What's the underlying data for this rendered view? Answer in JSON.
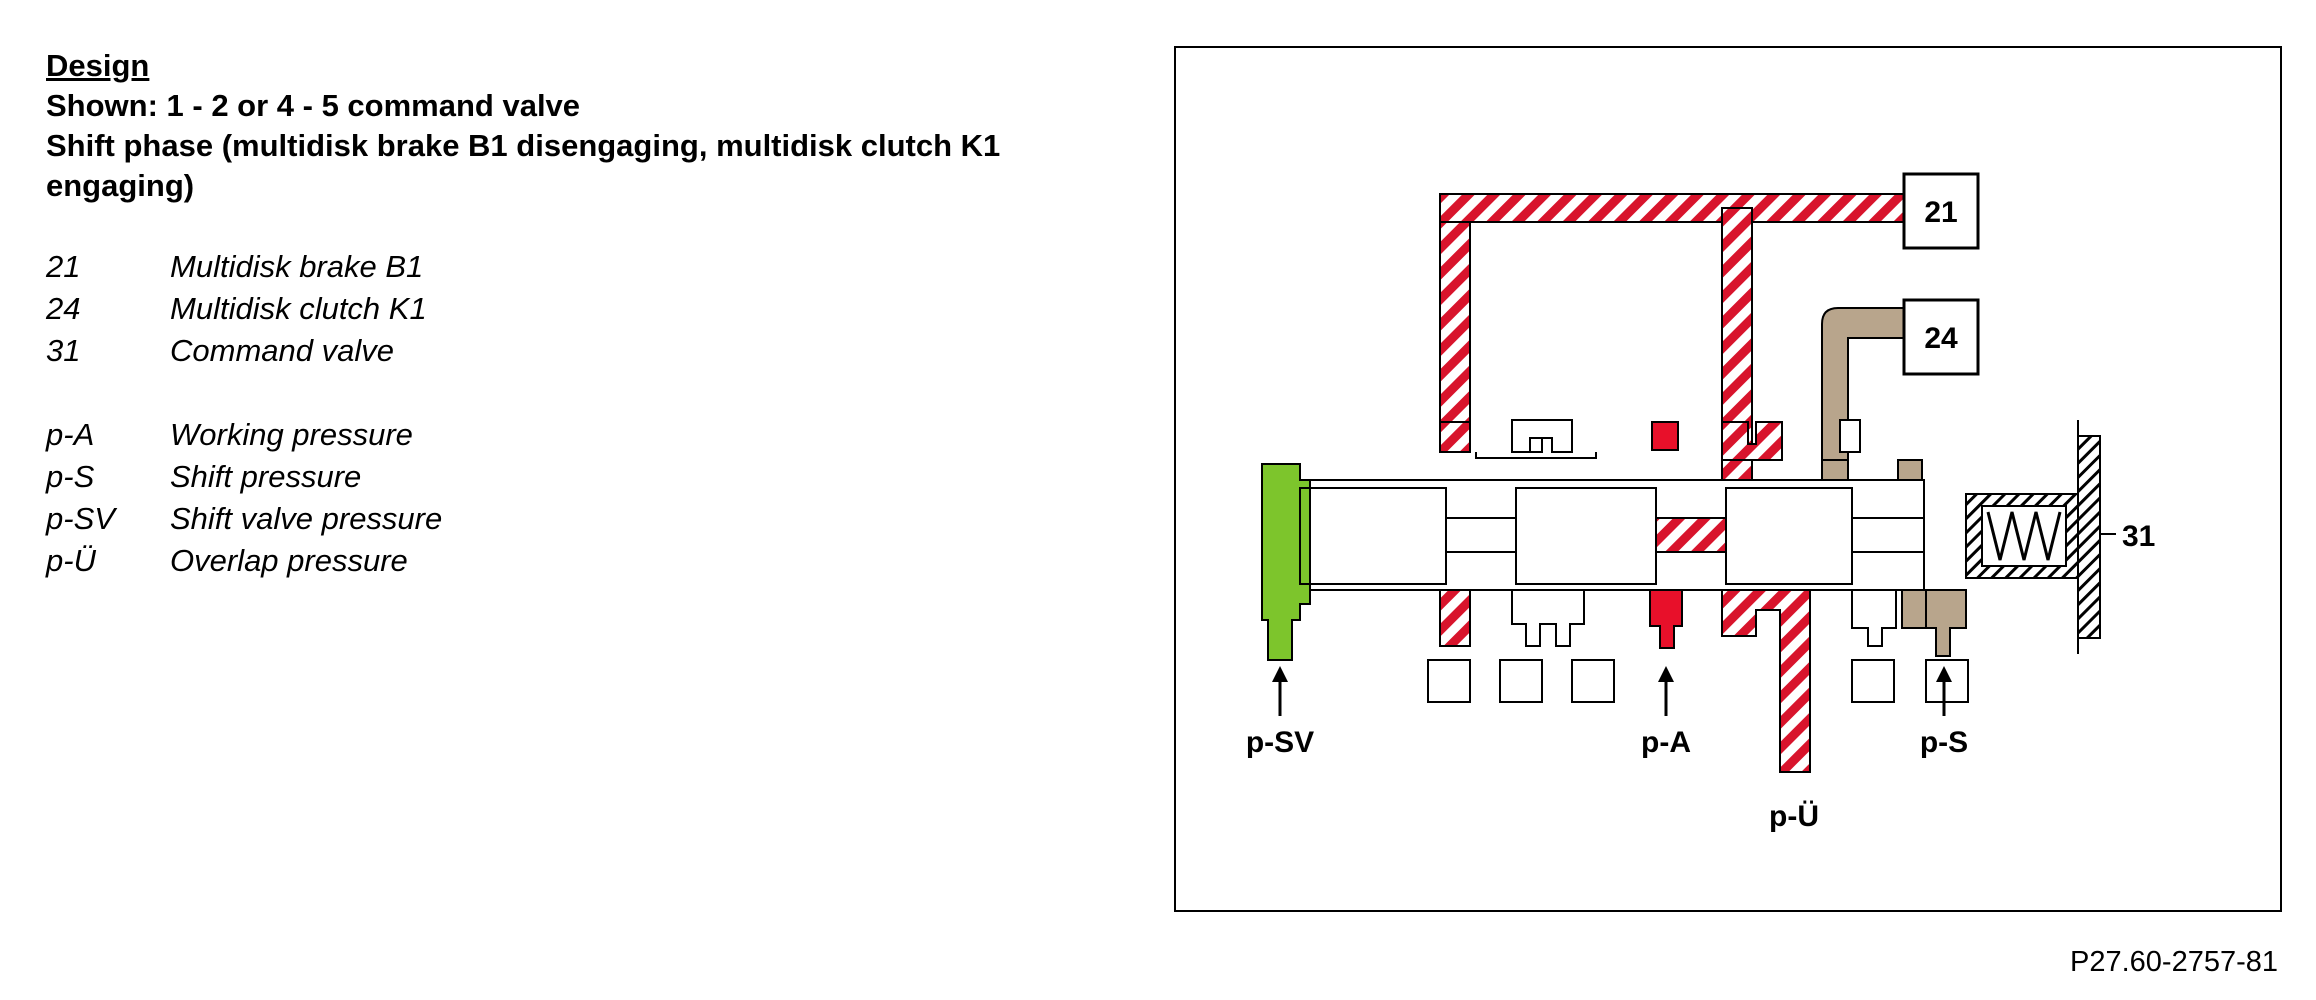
{
  "heading": {
    "title": "Design",
    "shown": "Shown: 1 - 2 or 4 - 5 command valve",
    "phase": "Shift phase (multidisk brake B1 disengaging, multidisk clutch K1 engaging)"
  },
  "legend": {
    "components": [
      {
        "code": "21",
        "desc": "Multidisk brake B1"
      },
      {
        "code": "24",
        "desc": "Multidisk clutch K1"
      },
      {
        "code": "31",
        "desc": "Command valve"
      }
    ],
    "pressures": [
      {
        "code": "p-A",
        "desc": "Working pressure"
      },
      {
        "code": "p-S",
        "desc": "Shift pressure"
      },
      {
        "code": "p-SV",
        "desc": "Shift valve pressure"
      },
      {
        "code": "p-Ü",
        "desc": "Overlap pressure"
      }
    ]
  },
  "diagram": {
    "box_21": "21",
    "box_24": "24",
    "label_31": "31",
    "label_psv": "p-SV",
    "label_pa": "p-A",
    "label_pu": "p-Ü",
    "label_ps": "p-S",
    "colors": {
      "shift_valve_pressure": "#7dc52c",
      "working_pressure": "#e8102a",
      "overlap_pressure_stripe": "#d8142c",
      "shift_pressure": "#b8a58c"
    }
  },
  "reference": "P27.60-2757-81"
}
